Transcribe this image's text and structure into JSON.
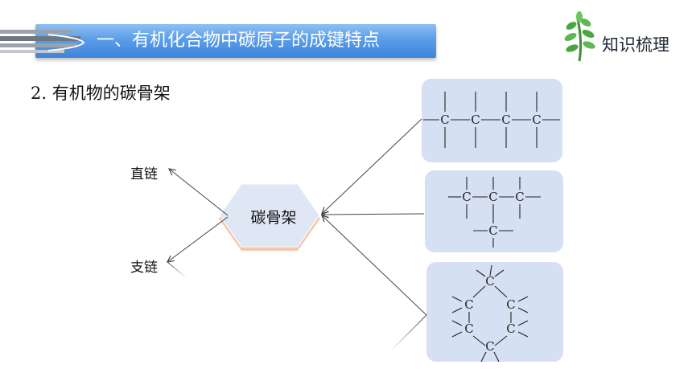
{
  "header": {
    "title": "一、有机化合物中碳原子的成键特点",
    "brand_text": "知识梳理"
  },
  "content": {
    "subtitle_num": "2.",
    "subtitle_text": "有机物的碳骨架",
    "center_node": "碳骨架",
    "left_branches": [
      "直链",
      "支链"
    ],
    "atom_symbol": "C"
  },
  "colors": {
    "banner": "#4a8fe2",
    "panel": "#d6e0f3",
    "hex_fill": "#dfe7f5",
    "hex_edge": "#f0a47a",
    "brand_green": "#4aa640"
  }
}
